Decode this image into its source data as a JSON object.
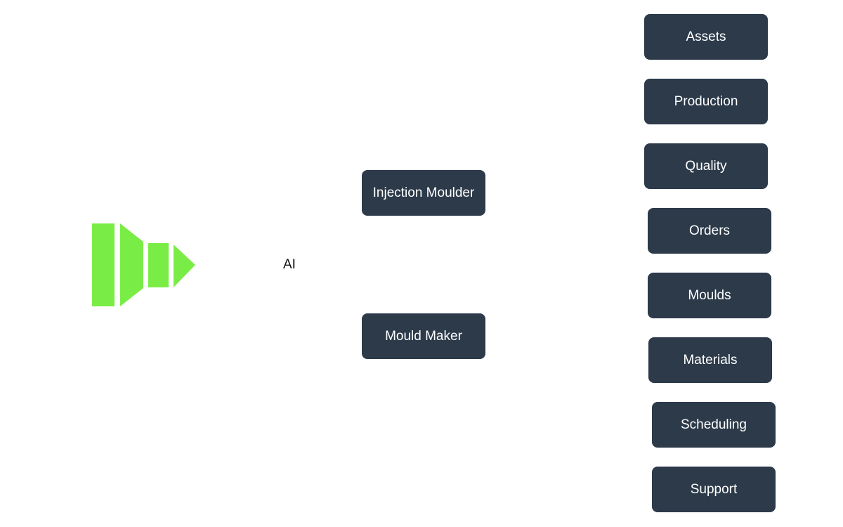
{
  "logo": {
    "icon": "green-stepped-arrow-logo",
    "color": "#7aec46"
  },
  "center_label": "AI",
  "middle_nodes": [
    {
      "label": "Injection Moulder"
    },
    {
      "label": "Mould Maker"
    }
  ],
  "right_nodes": [
    {
      "label": "Assets"
    },
    {
      "label": "Production"
    },
    {
      "label": "Quality"
    },
    {
      "label": "Orders"
    },
    {
      "label": "Moulds"
    },
    {
      "label": "Materials"
    },
    {
      "label": "Scheduling"
    },
    {
      "label": "Support"
    }
  ],
  "colors": {
    "node_background": "#2c3a4a",
    "node_text": "#ffffff",
    "logo_green": "#7aec46"
  }
}
